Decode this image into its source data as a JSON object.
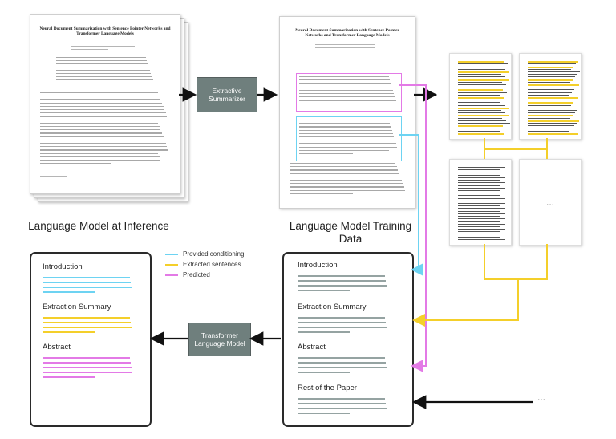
{
  "paper": {
    "title": "Neural Document Summarization with Sentence Pointer Networks and Transformer Language Models"
  },
  "boxes": {
    "extractive": "Extractive Summarizer",
    "transformer": "Transformer Language Model"
  },
  "headings": {
    "inference": "Language Model at Inference",
    "training": "Language Model Training Data"
  },
  "legend": [
    {
      "label": "Provided conditioning",
      "color": "#6dd3f2"
    },
    {
      "label": "Extracted sentences",
      "color": "#f4cf2a"
    },
    {
      "label": "Predicted",
      "color": "#e37ae6"
    }
  ],
  "inference_doc": {
    "sections": [
      "Introduction",
      "Extraction Summary",
      "Abstract"
    ]
  },
  "training_doc": {
    "sections": [
      "Introduction",
      "Extraction Summary",
      "Abstract",
      "Rest of the Paper"
    ]
  },
  "ellipsis": {
    "thumb": "...",
    "arrow": "..."
  },
  "colors": {
    "cyan": "#6dd3f2",
    "yellow": "#f4cf2a",
    "magenta": "#e37ae6",
    "gray_line": "#95a3a2",
    "box": "#6f7f7d"
  }
}
